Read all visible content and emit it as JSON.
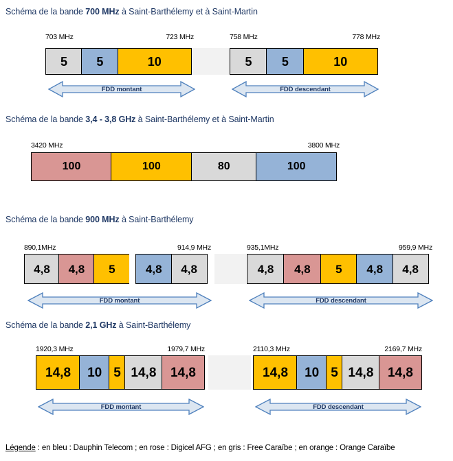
{
  "colors": {
    "grey": "#d9d9d9",
    "blue": "#95b3d7",
    "orange": "#ffc000",
    "pink": "#d99694",
    "white": "#ffffff",
    "title_blue": "#1f3864",
    "arrow_fill": "#dce6f1",
    "arrow_stroke": "#4f81bd",
    "gap_grey": "#f2f2f2"
  },
  "sections": [
    {
      "id": "band-700",
      "title_prefix": "Schéma de la bande ",
      "title_band": "700 MHz",
      "title_suffix": " à Saint-Barthélemy et à Saint-Martin",
      "left": {
        "start_label": "703 MHz",
        "end_label": "723 MHz",
        "arrow_label": "FDD montant",
        "blocks": [
          {
            "value": "5",
            "color": "grey"
          },
          {
            "value": "5",
            "color": "blue"
          },
          {
            "value": "10",
            "color": "orange"
          }
        ]
      },
      "right": {
        "start_label": "758 MHz",
        "end_label": "778 MHz",
        "arrow_label": "FDD descendant",
        "blocks": [
          {
            "value": "5",
            "color": "grey"
          },
          {
            "value": "5",
            "color": "blue"
          },
          {
            "value": "10",
            "color": "orange"
          }
        ]
      }
    },
    {
      "id": "band-3400-3800",
      "title_prefix": "Schéma de la bande ",
      "title_band": "3,4 - 3,8 GHz",
      "title_suffix": " à Saint-Barthélemy et à Saint-Martin",
      "single": {
        "start_label": "3420 MHz",
        "end_label": "3800 MHz",
        "blocks": [
          {
            "value": "100",
            "color": "pink"
          },
          {
            "value": "100",
            "color": "orange"
          },
          {
            "value": "80",
            "color": "grey"
          },
          {
            "value": "100",
            "color": "blue"
          }
        ]
      }
    },
    {
      "id": "band-900",
      "title_prefix": "Schéma de la bande ",
      "title_band": "900 MHz",
      "title_suffix": " à Saint-Barthélemy",
      "left": {
        "start_label": "890,1MHz",
        "end_label": "914,9 MHz",
        "arrow_label": "FDD montant",
        "blocks": [
          {
            "value": "4,8",
            "color": "grey"
          },
          {
            "value": "4,8",
            "color": "pink"
          },
          {
            "value": "5",
            "color": "orange"
          },
          {
            "value": "",
            "color": "white"
          },
          {
            "value": "4,8",
            "color": "blue"
          },
          {
            "value": "4,8",
            "color": "grey"
          }
        ]
      },
      "right": {
        "start_label": "935,1MHz",
        "end_label": "959,9 MHz",
        "arrow_label": "FDD descendant",
        "blocks": [
          {
            "value": "4,8",
            "color": "grey"
          },
          {
            "value": "4,8",
            "color": "pink"
          },
          {
            "value": "5",
            "color": "orange"
          },
          {
            "value": "4,8",
            "color": "blue"
          },
          {
            "value": "4,8",
            "color": "grey"
          }
        ]
      }
    },
    {
      "id": "band-2100",
      "title_prefix": "Schéma de la bande ",
      "title_band": "2,1 GHz",
      "title_suffix": " à Saint-Barthélemy",
      "left": {
        "start_label": "1920,3 MHz",
        "end_label": "1979,7 MHz",
        "arrow_label": "FDD montant",
        "blocks": [
          {
            "value": "14,8",
            "color": "orange"
          },
          {
            "value": "10",
            "color": "blue"
          },
          {
            "value": "5",
            "color": "orange"
          },
          {
            "value": "14,8",
            "color": "grey"
          },
          {
            "value": "14,8",
            "color": "pink"
          }
        ]
      },
      "right": {
        "start_label": "2110,3 MHz",
        "end_label": "2169,7 MHz",
        "arrow_label": "FDD descendant",
        "blocks": [
          {
            "value": "14,8",
            "color": "orange"
          },
          {
            "value": "10",
            "color": "blue"
          },
          {
            "value": "5",
            "color": "orange"
          },
          {
            "value": "14,8",
            "color": "grey"
          },
          {
            "value": "14,8",
            "color": "pink"
          }
        ]
      }
    }
  ],
  "legend": {
    "label": "Légende",
    "text": " : en bleu : Dauphin Telecom ; en rose : Digicel AFG ; en gris : Free Caraïbe ; en orange : Orange Caraïbe"
  }
}
